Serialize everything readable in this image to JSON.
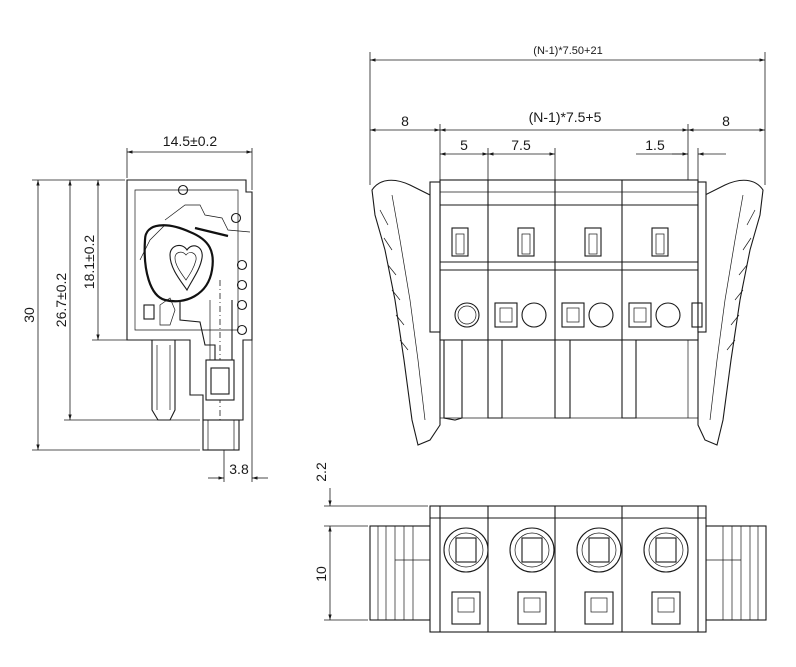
{
  "side_view": {
    "dim_width": "14.5±0.2",
    "dim_total_height": "30",
    "dim_body_height": "26.7±0.2",
    "dim_upper_height": "18.1±0.2",
    "dim_pin_offset": "3.8"
  },
  "front_view": {
    "dim_overall": "(N-1)*7.50+21",
    "dim_pitch_total": "(N-1)*7.5+5",
    "dim_left_margin": "8",
    "dim_right_margin": "8",
    "dim_first_pitch": "5",
    "dim_pitch": "7.5",
    "dim_end_gap": "1.5"
  },
  "top_view": {
    "dim_top_offset": "2.2",
    "dim_height": "10"
  }
}
